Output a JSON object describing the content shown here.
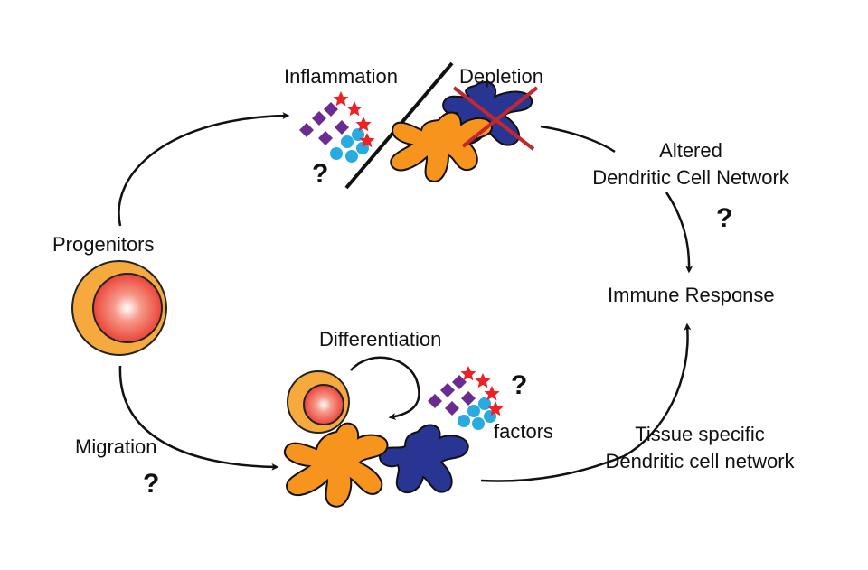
{
  "labels": {
    "inflammation": "Inflammation",
    "depletion": "Depletion",
    "altered_line1": "Altered",
    "altered_line2": "Dendritic Cell Network",
    "progenitors": "Progenitors",
    "immune_response": "Immune Response",
    "differentiation": "Differentiation",
    "factors": "factors",
    "tissue_line1": "Tissue specific",
    "tissue_line2": "Dendritic cell network",
    "migration": "Migration",
    "question_mark": "?"
  },
  "colors": {
    "progenitor_outer": "#f6a93c",
    "progenitor_inner": "#e8362b",
    "orange_cell": "#f7941d",
    "blue_cell": "#283593",
    "purple_factor": "#6a2c91",
    "cyan_factor": "#29abe2",
    "red_star": "#ec2227",
    "cross": "#c1272d"
  }
}
